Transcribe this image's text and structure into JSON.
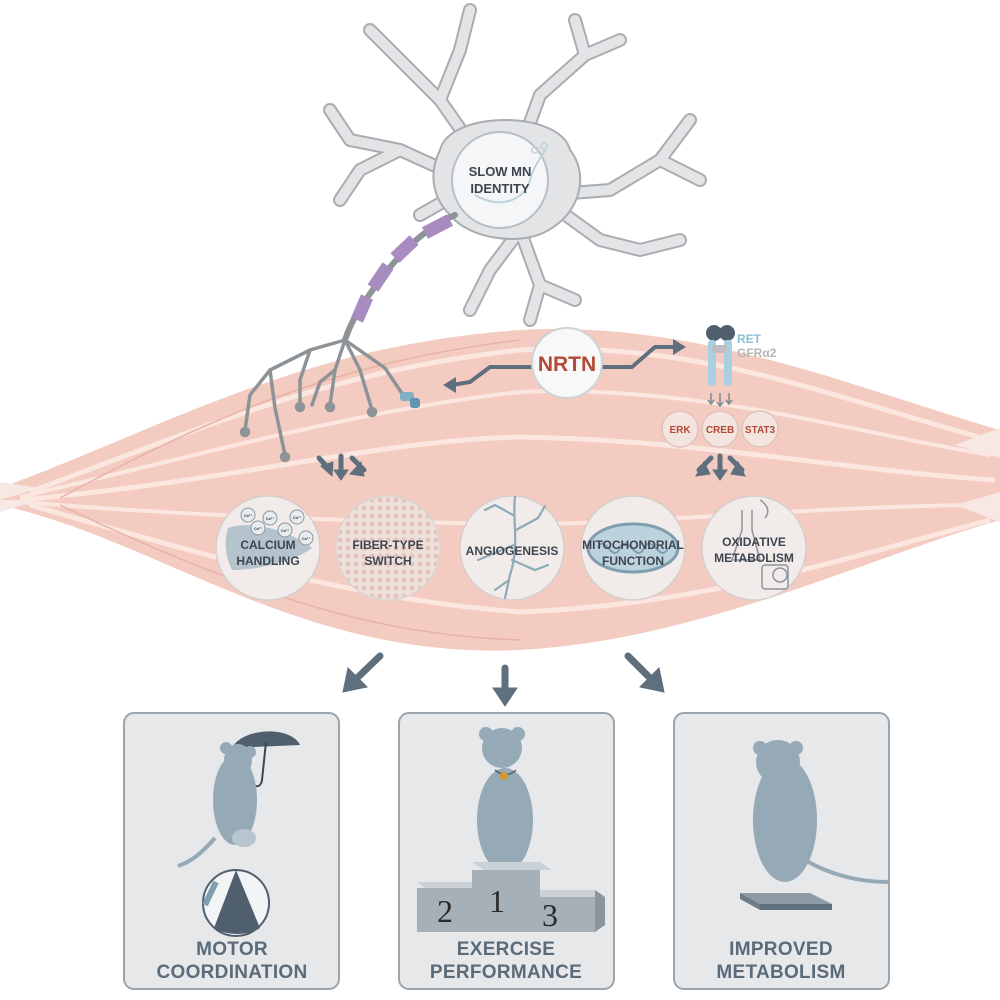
{
  "neuron": {
    "label_line1": "SLOW MN",
    "label_line2": "IDENTITY"
  },
  "factor": {
    "label": "NRTN"
  },
  "receptor": {
    "ret": "RET",
    "gfra2": "GFRα2"
  },
  "signaling": [
    "ERK",
    "CREB",
    "STAT3"
  ],
  "processes": [
    {
      "line1": "CALCIUM",
      "line2": "HANDLING"
    },
    {
      "line1": "FIBER-TYPE",
      "line2": "SWITCH"
    },
    {
      "line1": "ANGIOGENESIS",
      "line2": ""
    },
    {
      "line1": "MITOCHONDRIAL",
      "line2": "FUNCTION"
    },
    {
      "line1": "OXIDATIVE",
      "line2": "METABOLISM"
    }
  ],
  "calcium_ion": "Ca²⁺",
  "outcomes": [
    {
      "line1": "MOTOR",
      "line2": "COORDINATION"
    },
    {
      "line1": "EXERCISE",
      "line2": "PERFORMANCE"
    },
    {
      "line1": "IMPROVED",
      "line2": "METABOLISM"
    }
  ],
  "podium": {
    "first": "1",
    "second": "2",
    "third": "3"
  },
  "colors": {
    "muscle": "#f3cbc0",
    "neuron": "#e2e4e6",
    "myelin": "#a88bbf",
    "arrow": "#5f6f7e",
    "mouse": "#96a9b7",
    "panel_bg": "#e6e8ea",
    "signal_text": "#b24a35"
  }
}
